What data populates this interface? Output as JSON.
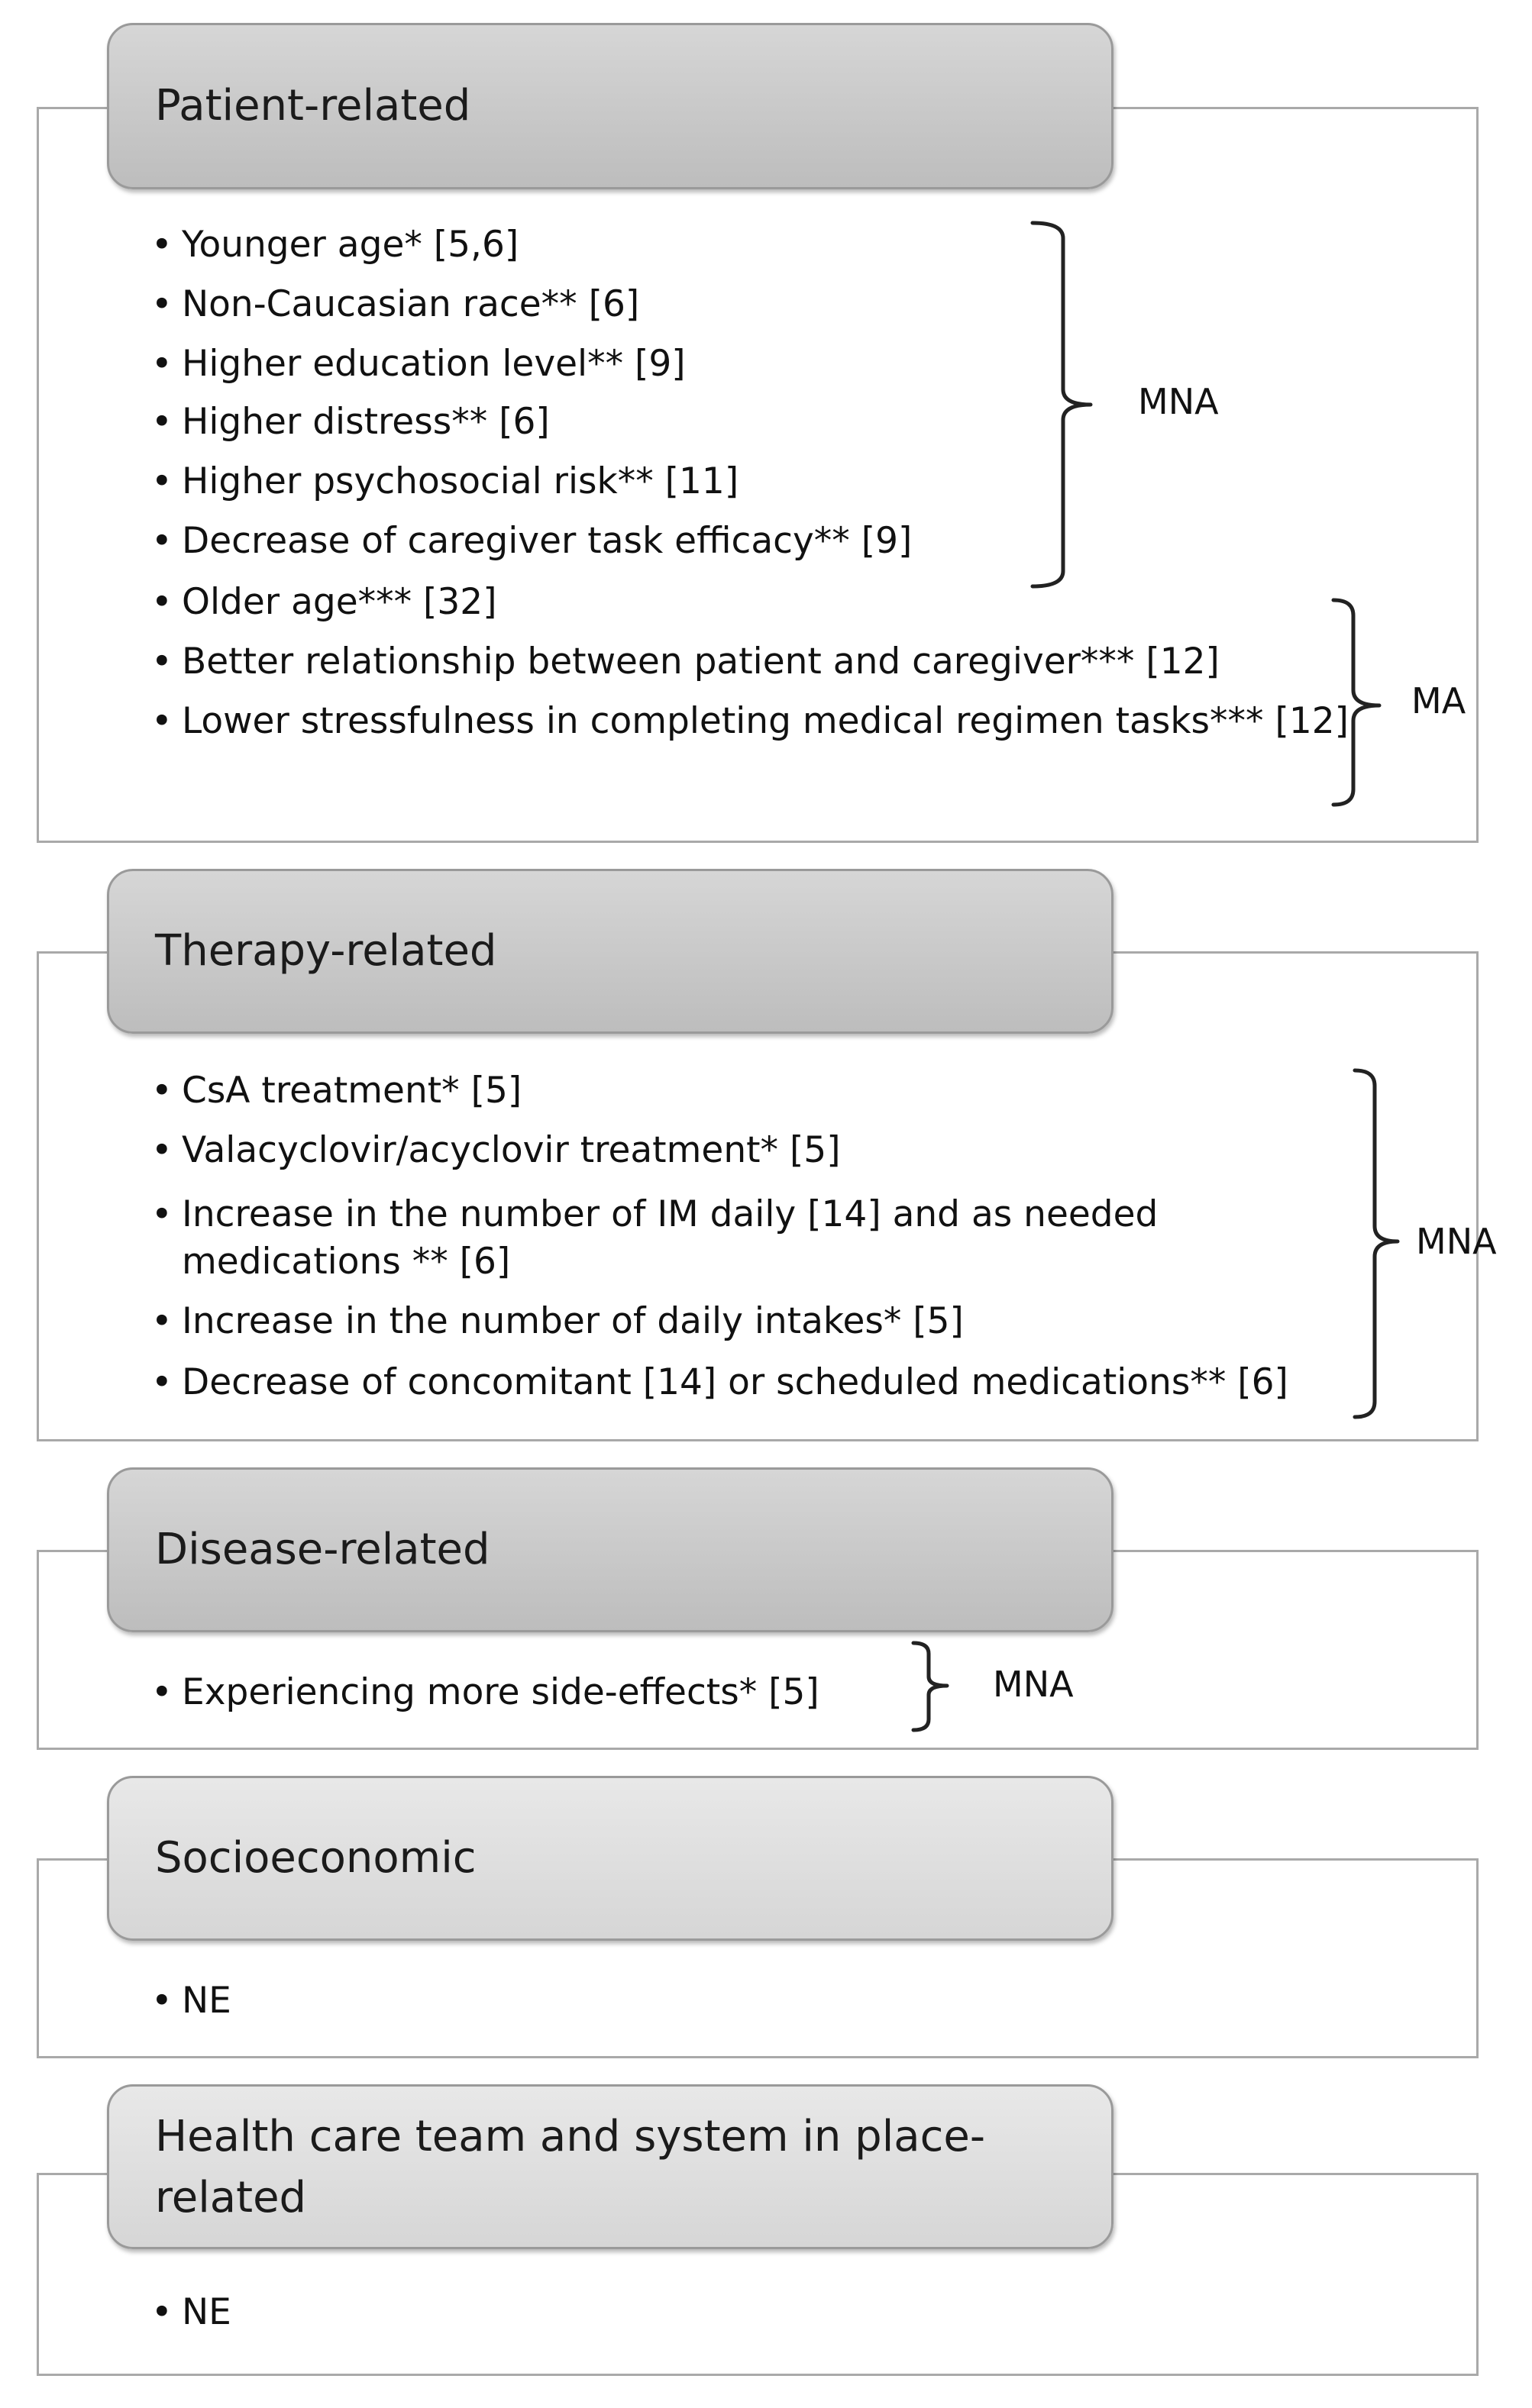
{
  "sections": [
    {
      "title_lines": [
        "Patient-related"
      ],
      "items": [
        "Younger age* [5,6]",
        "Non-Caucasian race** [6]",
        "Higher education level** [9]",
        "Higher distress** [6]",
        "Higher psychosocial risk** [11]",
        "Decrease of caregiver task efficacy** [9]",
        "Older age*** [32]",
        "Better relationship between patient and caregiver*** [12]",
        "Lower stressfulness in completing medical regimen tasks*** [12]"
      ],
      "groups": [
        "MNA",
        "MA"
      ]
    },
    {
      "title_lines": [
        "Therapy-related"
      ],
      "items": [
        "CsA treatment* [5]",
        "Valacyclovir/acyclovir treatment* [5]",
        "Increase in the number of IM daily [14] and as needed medications ** [6]",
        "Increase in the number of daily intakes* [5]",
        "Decrease of concomitant [14] or scheduled medications** [6]"
      ],
      "groups": [
        "MNA"
      ]
    },
    {
      "title_lines": [
        "Disease-related"
      ],
      "items": [
        "Experiencing more side-effects* [5]"
      ],
      "groups": [
        "MNA"
      ]
    },
    {
      "title_lines": [
        "Socioeconomic"
      ],
      "items": [
        "NE"
      ],
      "groups": []
    },
    {
      "title_lines": [
        "Health care team and system in place-",
        "related"
      ],
      "items": [
        "NE"
      ],
      "groups": []
    }
  ],
  "bullet": "•"
}
